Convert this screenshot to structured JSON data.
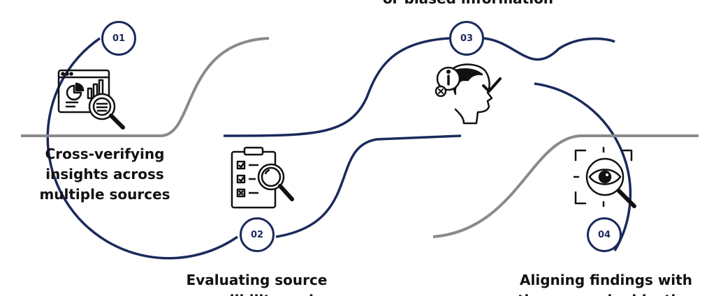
{
  "steps": [
    {
      "number": "01",
      "label_lines": [
        "Cross-verifying",
        "insights across",
        "multiple sources"
      ]
    },
    {
      "number": "02",
      "label_lines": [
        "Evaluating source",
        "credibility and"
      ]
    },
    {
      "number": "03",
      "label_lines": [
        "or biased information"
      ]
    },
    {
      "number": "04",
      "label_lines": [
        "Aligning findings with",
        "the research objective"
      ]
    }
  ],
  "icons": [
    "analytics-report-icon",
    "checklist-search-icon",
    "info-head-check-icon",
    "eye-focus-search-icon"
  ],
  "colors": {
    "navy": "#1b2a5c",
    "gray": "#8a8a8a",
    "ink": "#111111"
  }
}
